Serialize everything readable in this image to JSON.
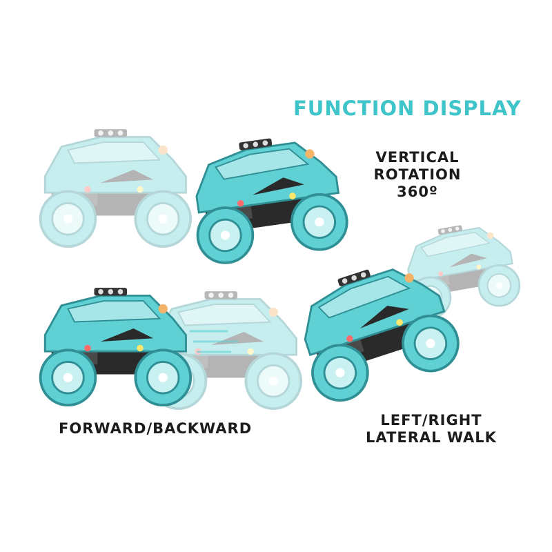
{
  "headline": "FUNCTION DISPLAY",
  "captions": {
    "rotation": [
      "VERTICAL",
      "ROTATION",
      "360º"
    ],
    "forward": "FORWARD/BACKWARD",
    "lateral": [
      "LEFT/RIGHT",
      "LATERAL WALK"
    ]
  },
  "colors": {
    "accent": "#3fc4c9",
    "body": "#5fd0d4",
    "dark": "#2a2a2a",
    "text": "#1c1c1c"
  },
  "icons": [
    "stunt-car-icon"
  ]
}
